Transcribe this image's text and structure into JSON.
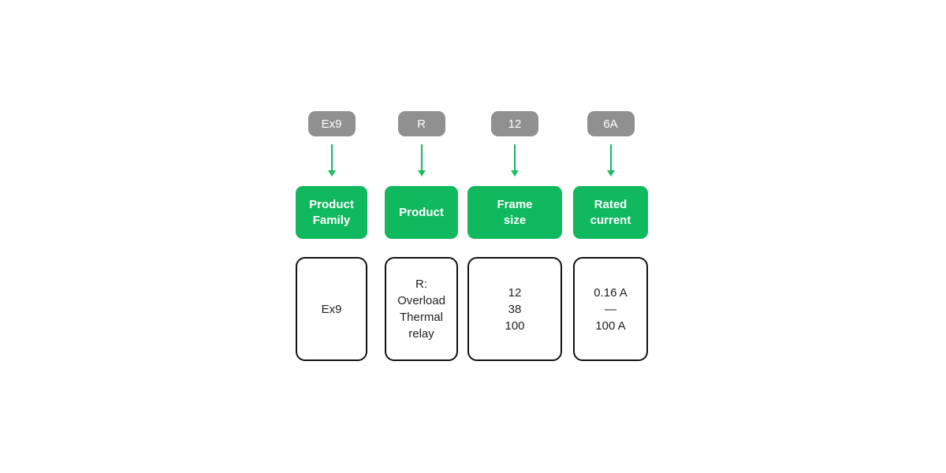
{
  "colors": {
    "pill_background": "#909090",
    "pill_text": "#ffffff",
    "label_box_background": "#10b85e",
    "label_box_text": "#ffffff",
    "arrow": "#1dbd68",
    "value_box_border": "#111111",
    "value_box_text": "#222222",
    "page_background": "#ffffff"
  },
  "columns": [
    {
      "code": "Ex9",
      "label": "Product\nFamily",
      "value": "Ex9"
    },
    {
      "code": "R",
      "label": "Product",
      "value": "R:\nOverload\nThermal\nrelay"
    },
    {
      "code": "12",
      "label": "Frame\nsize",
      "value": "12\n38\n100"
    },
    {
      "code": "6A",
      "label": "Rated\ncurrent",
      "value": "0.16 A\n—\n100 A"
    }
  ]
}
